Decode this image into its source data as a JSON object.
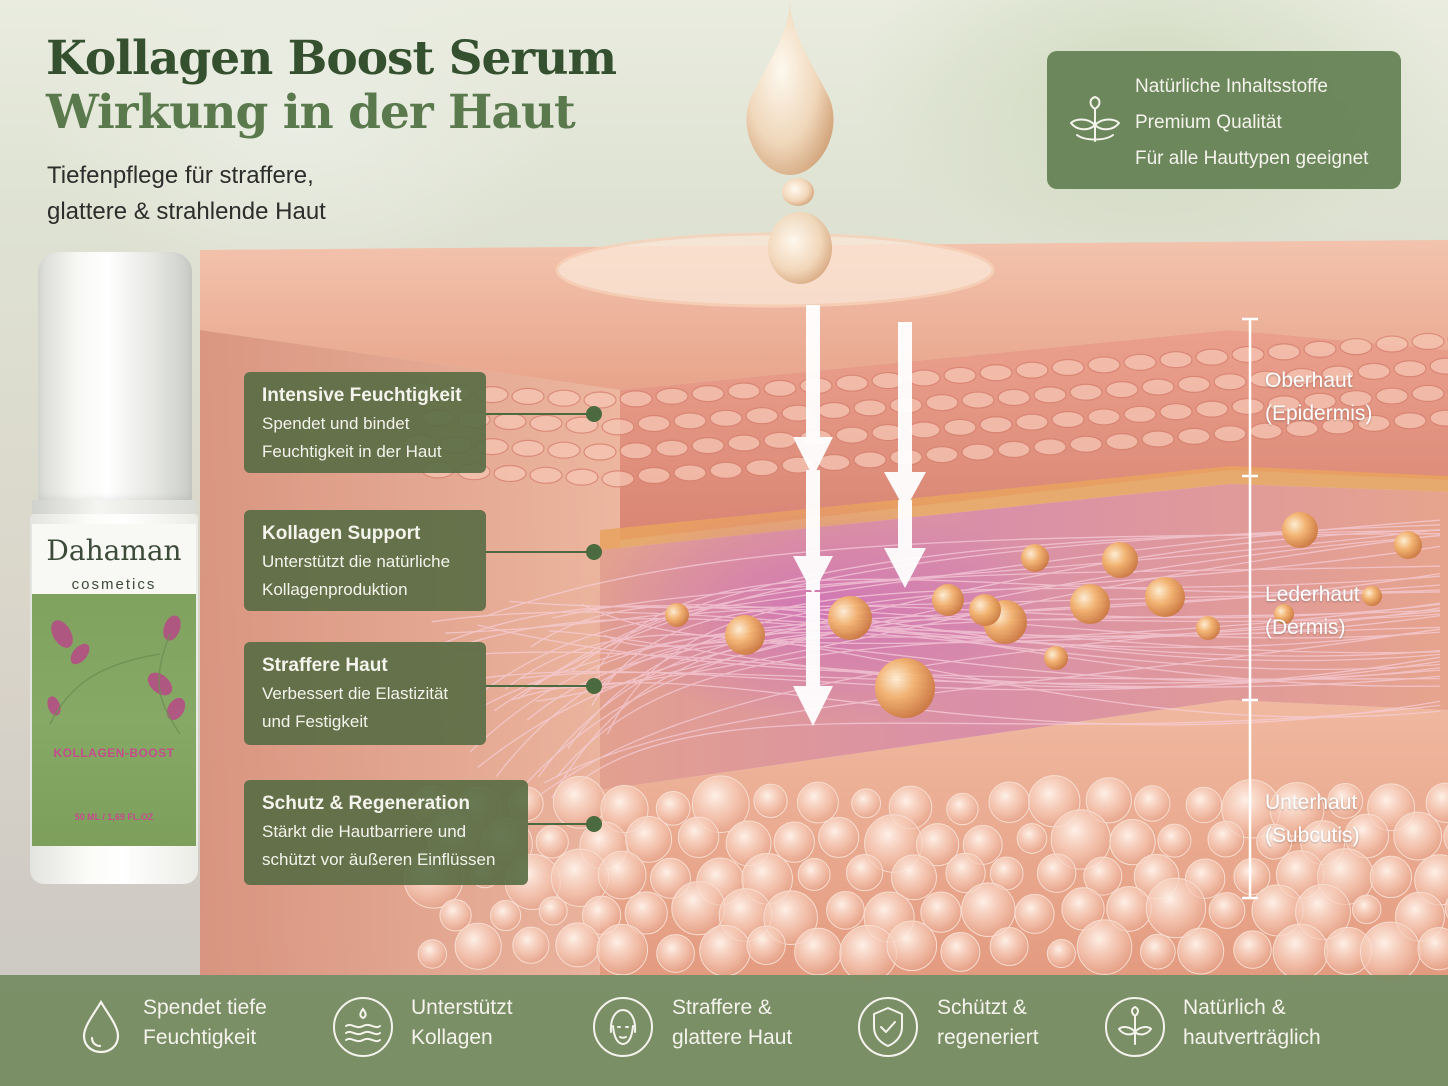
{
  "header": {
    "title_line1": "Kollagen Boost Serum",
    "title_line2": "Wirkung in der Haut",
    "subtitle_line1": "Tiefenpflege für straffere,",
    "subtitle_line2": "glattere & strahlende Haut"
  },
  "infobox": {
    "icon": "leaf-icon",
    "lines": [
      "Natürliche Inhaltsstoffe",
      "Premium Qualität",
      "Für alle Hauttypen geeignet"
    ]
  },
  "bottle": {
    "brand": "Dahaman",
    "brand_sub": "cosmetics",
    "product": "KOLLAGEN-BOOST",
    "volume": "50 ML / 1,69 FL.OZ"
  },
  "callouts": [
    {
      "title": "Intensive Feuchtigkeit",
      "line1": "Spendet und bindet",
      "line2": "Feuchtigkeit in der Haut"
    },
    {
      "title": "Kollagen Support",
      "line1": "Unterstützt die natürliche",
      "line2": "Kollagenproduktion"
    },
    {
      "title": "Straffere Haut",
      "line1": "Verbessert die Elastizität",
      "line2": "und Festigkeit"
    },
    {
      "title": "Schutz & Regeneration",
      "line1": "Stärkt die Hautbarriere und",
      "line2": "schützt vor äußeren Einflüssen"
    }
  ],
  "layers": [
    {
      "name": "Oberhaut",
      "latin": "(Epidermis)"
    },
    {
      "name": "Lederhaut",
      "latin": "(Dermis)"
    },
    {
      "name": "Unterhaut",
      "latin": "(Subcutis)"
    }
  ],
  "features": [
    {
      "icon": "water-drop-icon",
      "line1": "Spendet tiefe",
      "line2": "Feuchtigkeit"
    },
    {
      "icon": "collagen-waves-icon",
      "line1": "Unterstützt",
      "line2": "Kollagen"
    },
    {
      "icon": "face-icon",
      "line1": "Straffere &",
      "line2": "glattere Haut"
    },
    {
      "icon": "shield-check-icon",
      "line1": "Schützt &",
      "line2": "regeneriert"
    },
    {
      "icon": "leaf-icon",
      "line1": "Natürlich &",
      "line2": "hautverträglich"
    }
  ],
  "colors": {
    "title_dark_green": "#34502f",
    "title_light_green": "#5a7a4e",
    "panel_green": "#607d50",
    "bar_green": "#748a5f",
    "skin_pink": "#e9a08c",
    "accent_pink": "#c34d8b"
  }
}
